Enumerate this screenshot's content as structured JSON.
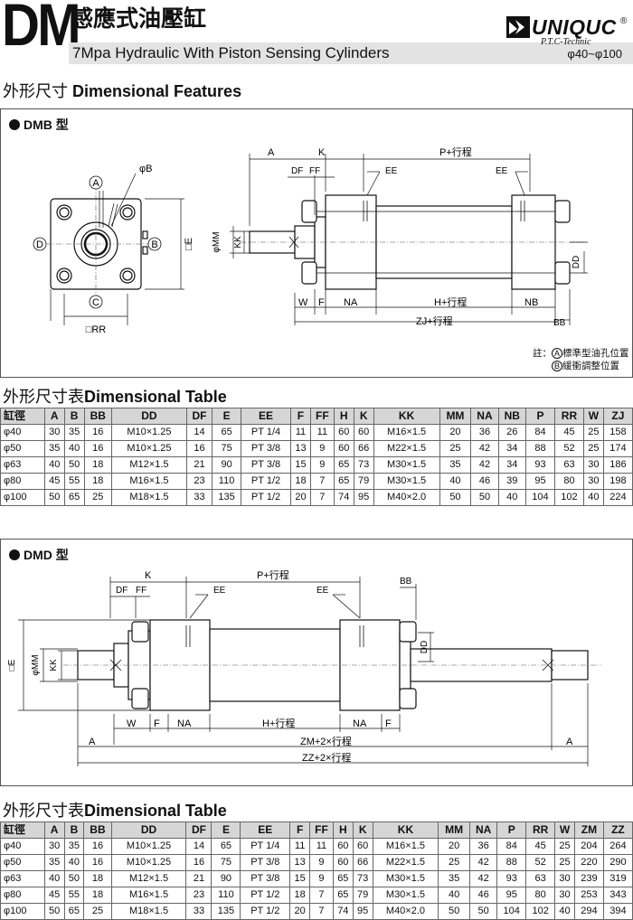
{
  "header": {
    "code": "DM",
    "title_cn": "感應式油壓缸",
    "title_en": "7Mpa Hydraulic With Piston Sensing Cylinders",
    "bore_range": "φ40~φ100",
    "brand": "UNIQUC",
    "brand_reg": "®",
    "brand_sub": "P.T.C-Technic"
  },
  "features_heading": {
    "cn": "外形尺寸",
    "en": "Dimensional Features"
  },
  "dmb": {
    "label": "DMB 型",
    "end_view": {
      "port_a": "A",
      "port_b": "B",
      "port_c": "C",
      "port_d": "D",
      "dia_b": "φB",
      "sq_e": "□E",
      "sq_rr": "□RR"
    },
    "side_view": {
      "a": "A",
      "k": "K",
      "df": "DF",
      "ff": "FF",
      "p_stroke": "P+行程",
      "ee1": "EE",
      "ee2": "EE",
      "mm": "φMM",
      "kk": "KK",
      "dd": "DD",
      "w": "W",
      "f": "F",
      "na": "NA",
      "h_stroke": "H+行程",
      "nb": "NB",
      "bb": "BB",
      "zj_stroke": "ZJ+行程"
    },
    "note_label": "註：",
    "note_a_mark": "A",
    "note_a": "標準型油孔位置",
    "note_b_mark": "B",
    "note_b": "緩衝調整位置"
  },
  "table1": {
    "heading": {
      "cn": "外形尺寸表",
      "en": "Dimensional Table"
    },
    "columns": [
      "缸徑",
      "A",
      "B",
      "BB",
      "DD",
      "DF",
      "E",
      "EE",
      "F",
      "FF",
      "H",
      "K",
      "KK",
      "MM",
      "NA",
      "NB",
      "P",
      "RR",
      "W",
      "ZJ"
    ],
    "rows": [
      [
        "φ40",
        "30",
        "35",
        "16",
        "M10×1.25",
        "14",
        "65",
        "PT 1/4",
        "11",
        "11",
        "60",
        "60",
        "M16×1.5",
        "20",
        "36",
        "26",
        "84",
        "45",
        "25",
        "158"
      ],
      [
        "φ50",
        "35",
        "40",
        "16",
        "M10×1.25",
        "16",
        "75",
        "PT 3/8",
        "13",
        "9",
        "60",
        "66",
        "M22×1.5",
        "25",
        "42",
        "34",
        "88",
        "52",
        "25",
        "174"
      ],
      [
        "φ63",
        "40",
        "50",
        "18",
        "M12×1.5",
        "21",
        "90",
        "PT 3/8",
        "15",
        "9",
        "65",
        "73",
        "M30×1.5",
        "35",
        "42",
        "34",
        "93",
        "63",
        "30",
        "186"
      ],
      [
        "φ80",
        "45",
        "55",
        "18",
        "M16×1.5",
        "23",
        "110",
        "PT 1/2",
        "18",
        "7",
        "65",
        "79",
        "M30×1.5",
        "40",
        "46",
        "39",
        "95",
        "80",
        "30",
        "198"
      ],
      [
        "φ100",
        "50",
        "65",
        "25",
        "M18×1.5",
        "33",
        "135",
        "PT 1/2",
        "20",
        "7",
        "74",
        "95",
        "M40×2.0",
        "50",
        "50",
        "40",
        "104",
        "102",
        "40",
        "224"
      ]
    ]
  },
  "dmd": {
    "label": "DMD 型",
    "side_view": {
      "k": "K",
      "p_stroke": "P+行程",
      "df": "DF",
      "ff": "FF",
      "ee1": "EE",
      "ee2": "EE",
      "bb": "BB",
      "dd": "DD",
      "sq_e": "□E",
      "mm": "φMM",
      "kk": "KK",
      "w": "W",
      "f1": "F",
      "na1": "NA",
      "h_stroke": "H+行程",
      "na2": "NA",
      "f2": "F",
      "a1": "A",
      "zm": "ZM+2×行程",
      "a2": "A",
      "zz": "ZZ+2×行程"
    }
  },
  "table2": {
    "heading": {
      "cn": "外形尺寸表",
      "en": "Dimensional Table"
    },
    "columns": [
      "缸徑",
      "A",
      "B",
      "BB",
      "DD",
      "DF",
      "E",
      "EE",
      "F",
      "FF",
      "H",
      "K",
      "KK",
      "MM",
      "NA",
      "P",
      "RR",
      "W",
      "ZM",
      "ZZ"
    ],
    "rows": [
      [
        "φ40",
        "30",
        "35",
        "16",
        "M10×1.25",
        "14",
        "65",
        "PT 1/4",
        "11",
        "11",
        "60",
        "60",
        "M16×1.5",
        "20",
        "36",
        "84",
        "45",
        "25",
        "204",
        "264"
      ],
      [
        "φ50",
        "35",
        "40",
        "16",
        "M10×1.25",
        "16",
        "75",
        "PT 3/8",
        "13",
        "9",
        "60",
        "66",
        "M22×1.5",
        "25",
        "42",
        "88",
        "52",
        "25",
        "220",
        "290"
      ],
      [
        "φ63",
        "40",
        "50",
        "18",
        "M12×1.5",
        "21",
        "90",
        "PT 3/8",
        "15",
        "9",
        "65",
        "73",
        "M30×1.5",
        "35",
        "42",
        "93",
        "63",
        "30",
        "239",
        "319"
      ],
      [
        "φ80",
        "45",
        "55",
        "18",
        "M16×1.5",
        "23",
        "110",
        "PT 1/2",
        "18",
        "7",
        "65",
        "79",
        "M30×1.5",
        "40",
        "46",
        "95",
        "80",
        "30",
        "253",
        "343"
      ],
      [
        "φ100",
        "50",
        "65",
        "25",
        "M18×1.5",
        "33",
        "135",
        "PT 1/2",
        "20",
        "7",
        "74",
        "95",
        "M40×2.0",
        "50",
        "50",
        "104",
        "102",
        "40",
        "294",
        "394"
      ]
    ]
  }
}
